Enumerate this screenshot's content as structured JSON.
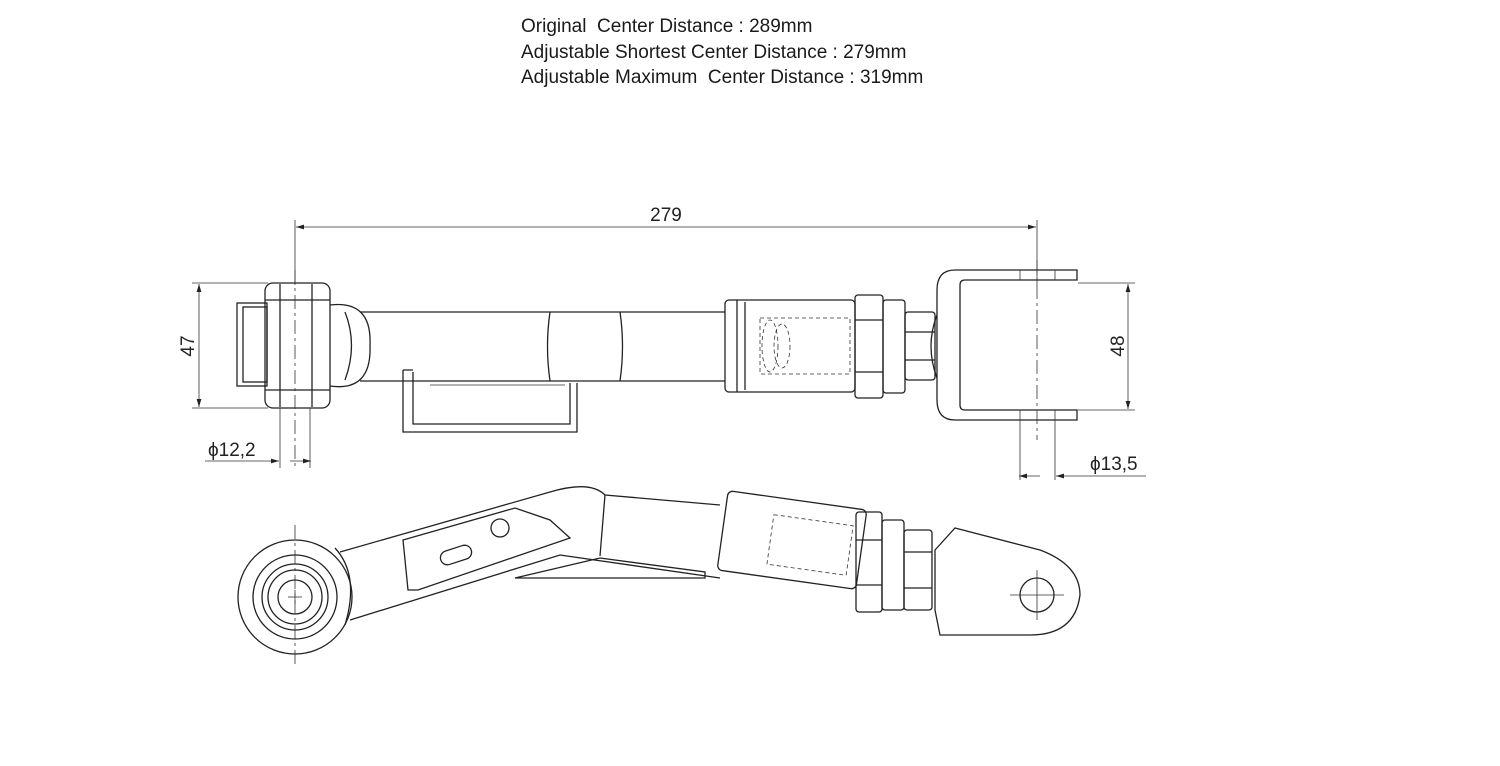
{
  "specs": {
    "original": "Original  Center Distance : 289mm",
    "shortest": "Adjustable Shortest Center Distance : 279mm",
    "maximum": "Adjustable Maximum  Center Distance : 319mm"
  },
  "dimensions": {
    "length": "279",
    "left_height": "47",
    "right_height": "48",
    "left_diameter": "ϕ12,2",
    "right_diameter": "ϕ13,5"
  }
}
